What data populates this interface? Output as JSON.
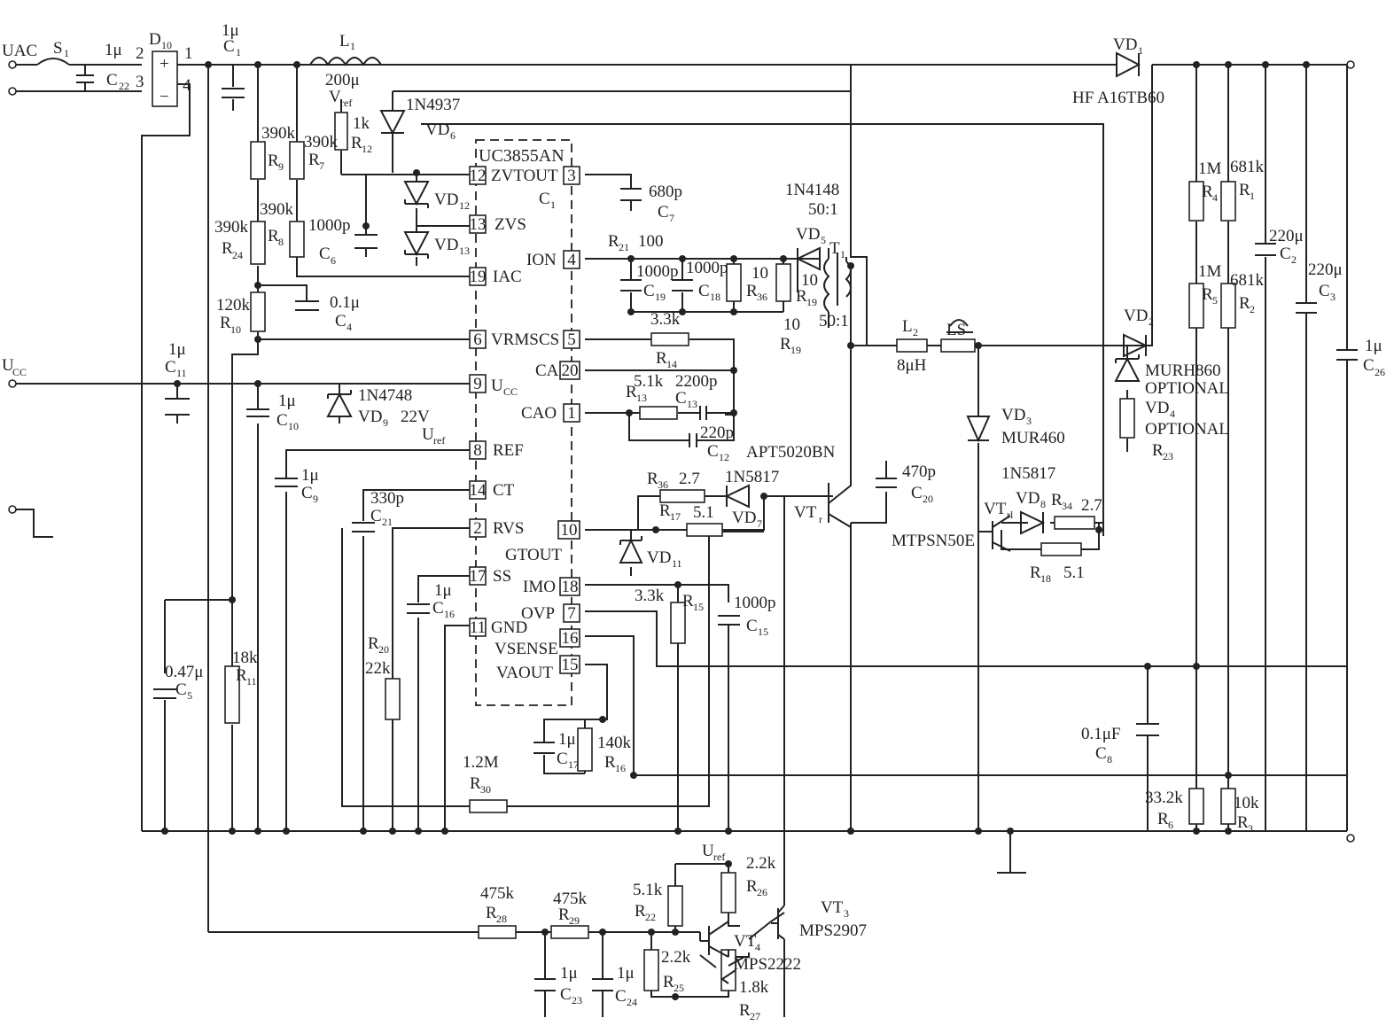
{
  "ic": {
    "name": "UC3855AN",
    "pins": [
      {
        "num": "12",
        "name": "ZVTOUT"
      },
      {
        "num": "3",
        "name": ""
      },
      {
        "num": "13",
        "name": "ZVS"
      },
      {
        "num": "4",
        "name": "ION"
      },
      {
        "num": "19",
        "name": "IAC"
      },
      {
        "num": "6",
        "name": "VRMS"
      },
      {
        "num": "5",
        "name": "CS"
      },
      {
        "num": "20",
        "name": "CA"
      },
      {
        "num": "9",
        "name": "U"
      },
      {
        "num": "1",
        "name": "CAO"
      },
      {
        "num": "8",
        "name": "REF"
      },
      {
        "num": "14",
        "name": "CT"
      },
      {
        "num": "2",
        "name": "RVS"
      },
      {
        "num": "10",
        "name": "GTOUT"
      },
      {
        "num": "17",
        "name": "SS"
      },
      {
        "num": "18",
        "name": "IMO"
      },
      {
        "num": "11",
        "name": "GND"
      },
      {
        "num": "7",
        "name": "OVP"
      },
      {
        "num": "16",
        "name": "VSENSE"
      },
      {
        "num": "15",
        "name": "VAOUT"
      }
    ],
    "ucc_sub": "CC"
  },
  "inputs": {
    "uac": "UAC",
    "ucc": "U",
    "ucc_sub": "CC",
    "s1": "S",
    "s1_sub": "1"
  },
  "bridge": {
    "name": "D",
    "sub": "10",
    "pin1": "1",
    "pin2": "2",
    "pin3": "3",
    "pin4": "4",
    "plus": "+",
    "minus": "−"
  },
  "components": {
    "C22": {
      "value": "1μ",
      "ref": "C",
      "sub": "22"
    },
    "C1": {
      "value": "1μ",
      "ref": "C",
      "sub": "1"
    },
    "L1": {
      "value": "200μ",
      "ref": "L",
      "sub": "1"
    },
    "R9": {
      "value": "390k",
      "ref": "R",
      "sub": "9"
    },
    "R7": {
      "value": "390k",
      "ref": "R",
      "sub": "7"
    },
    "R12": {
      "value": "1k",
      "ref": "R",
      "sub": "12"
    },
    "vref": {
      "text": "V",
      "sub": "ref"
    },
    "VD6": {
      "part": "1N4937",
      "ref": "VD",
      "sub": "6"
    },
    "VD12": {
      "ref": "VD",
      "sub": "12"
    },
    "VD13": {
      "ref": "VD",
      "sub": "13"
    },
    "R8": {
      "value": "390k",
      "ref": "R",
      "sub": "8"
    },
    "R24": {
      "value": "390k",
      "ref": "R",
      "sub": "24"
    },
    "C6": {
      "value": "1000p",
      "ref": "C",
      "sub": "6"
    },
    "R10": {
      "value": "120k",
      "ref": "R",
      "sub": "10"
    },
    "C4": {
      "value": "0.1μ",
      "ref": "C",
      "sub": "4"
    },
    "C11": {
      "value": "1μ",
      "ref": "C",
      "sub": "11"
    },
    "C10": {
      "value": "1μ",
      "ref": "C",
      "sub": "10"
    },
    "VD9": {
      "part": "1N4748",
      "ref": "VD",
      "sub": "9",
      "value": "22V"
    },
    "uref_label": {
      "text": "U",
      "sub": "ref"
    },
    "C9": {
      "value": "1μ",
      "ref": "C",
      "sub": "9"
    },
    "C21": {
      "value": "330p",
      "ref": "C",
      "sub": "21"
    },
    "C16": {
      "value": "1μ",
      "ref": "C",
      "sub": "16"
    },
    "C5": {
      "value": "0.47μ",
      "ref": "C",
      "sub": "5"
    },
    "R11": {
      "value": "18k",
      "ref": "R",
      "sub": "11"
    },
    "R20": {
      "value": "22k",
      "ref": "R",
      "sub": "20"
    },
    "C7": {
      "value": "680p",
      "ref": "C",
      "sub": "7"
    },
    "C1ic": {
      "ref": "C",
      "sub": "1"
    },
    "R21": {
      "value": "100",
      "ref": "R",
      "sub": "21"
    },
    "C19": {
      "value": "1000p",
      "ref": "C",
      "sub": "19"
    },
    "C18": {
      "value": "1000p",
      "ref": "C",
      "sub": "18"
    },
    "R36a": {
      "value": "10",
      "ref": "R",
      "sub": "36"
    },
    "R19a": {
      "value": "10",
      "ref": "R",
      "sub": "19"
    },
    "R19b": {
      "value": "10",
      "ref": "R",
      "sub": "19"
    },
    "R14": {
      "value": "3.3k",
      "ref": "R",
      "sub": "14"
    },
    "R13": {
      "value": "5.1k",
      "ref": "R",
      "sub": "13"
    },
    "C13": {
      "value": "2200p",
      "ref": "C",
      "sub": "13"
    },
    "C12": {
      "value": "220p",
      "ref": "C",
      "sub": "12"
    },
    "R36": {
      "value": "2.7",
      "ref": "R",
      "sub": "36"
    },
    "VD7": {
      "part": "1N5817",
      "ref": "VD",
      "sub": "7"
    },
    "R17": {
      "value": "5.1",
      "ref": "R",
      "sub": "17"
    },
    "VD11": {
      "ref": "VD",
      "sub": "11"
    },
    "R15": {
      "value": "3.3k",
      "ref": "R",
      "sub": "15"
    },
    "C15": {
      "value": "1000p",
      "ref": "C",
      "sub": "15"
    },
    "C17": {
      "value": "1μ",
      "ref": "C",
      "sub": "17"
    },
    "R16": {
      "value": "140k",
      "ref": "R",
      "sub": "16"
    },
    "R30": {
      "value": "1.2M",
      "ref": "R",
      "sub": "30"
    },
    "VD5": {
      "part": "1N4148",
      "ref": "VD",
      "sub": "5",
      "ratio": "50:1"
    },
    "T1": {
      "ref": "T",
      "sub": "1",
      "ratio": "50:1"
    },
    "VT": {
      "ref": "VT",
      "sub": "r",
      "part": "APT5020BN"
    },
    "C20": {
      "value": "470p",
      "ref": "C",
      "sub": "20"
    },
    "L2": {
      "value": "8μH",
      "ref": "L",
      "sub": "2",
      "ls": "LS"
    },
    "VD3": {
      "part": "MUR460",
      "ref": "VD",
      "sub": "3"
    },
    "VD8": {
      "part": "1N5817",
      "ref": "VD",
      "sub": "8"
    },
    "VTd": {
      "ref": "VT",
      "sub": "rl",
      "part": "MTPSN50E"
    },
    "R34": {
      "value": "2.7",
      "ref": "R",
      "sub": "34"
    },
    "R18": {
      "value": "5.1",
      "ref": "R",
      "sub": "18"
    },
    "VD1": {
      "part": "HF A16TB60",
      "ref": "VD",
      "sub": "1"
    },
    "VD2": {
      "part": "MURH860",
      "ref": "VD",
      "sub": "2",
      "opt": "OPTIONAL"
    },
    "VD4": {
      "ref": "VD",
      "sub": "4",
      "opt": "OPTIONAL"
    },
    "R23": {
      "ref": "R",
      "sub": "23"
    },
    "R4": {
      "value": "1M",
      "ref": "R",
      "sub": "4"
    },
    "R1": {
      "value": "681k",
      "ref": "R",
      "sub": "1"
    },
    "R5": {
      "value": "1M",
      "ref": "R",
      "sub": "5"
    },
    "R2": {
      "value": "681k",
      "ref": "R",
      "sub": "2"
    },
    "C2": {
      "value": "220μ",
      "ref": "C",
      "sub": "2"
    },
    "C3": {
      "value": "220μ",
      "ref": "C",
      "sub": "3"
    },
    "C26": {
      "value": "1μ",
      "ref": "C",
      "sub": "26"
    },
    "C8": {
      "value": "0.1μF",
      "ref": "C",
      "sub": "8"
    },
    "R6": {
      "value": "33.2k",
      "ref": "R",
      "sub": "6"
    },
    "R3": {
      "value": "10k",
      "ref": "R",
      "sub": "3"
    },
    "R28": {
      "value": "475k",
      "ref": "R",
      "sub": "28"
    },
    "R29": {
      "value": "475k",
      "ref": "R",
      "sub": "29"
    },
    "C23": {
      "value": "1μ",
      "ref": "C",
      "sub": "23"
    },
    "C24": {
      "value": "1μ",
      "ref": "C",
      "sub": "24"
    },
    "R22": {
      "value": "5.1k",
      "ref": "R",
      "sub": "22"
    },
    "R26": {
      "value": "2.2k",
      "ref": "R",
      "sub": "26"
    },
    "R25": {
      "value": "2.2k",
      "ref": "R",
      "sub": "25"
    },
    "R27": {
      "value": "1.8k",
      "ref": "R",
      "sub": "27"
    },
    "VT3": {
      "ref": "VT",
      "sub": "3",
      "part": "MPS2907"
    },
    "VT4": {
      "ref": "VT",
      "sub": "4",
      "part": "MPS2222"
    },
    "uref2": {
      "text": "U",
      "sub": "ref"
    }
  }
}
